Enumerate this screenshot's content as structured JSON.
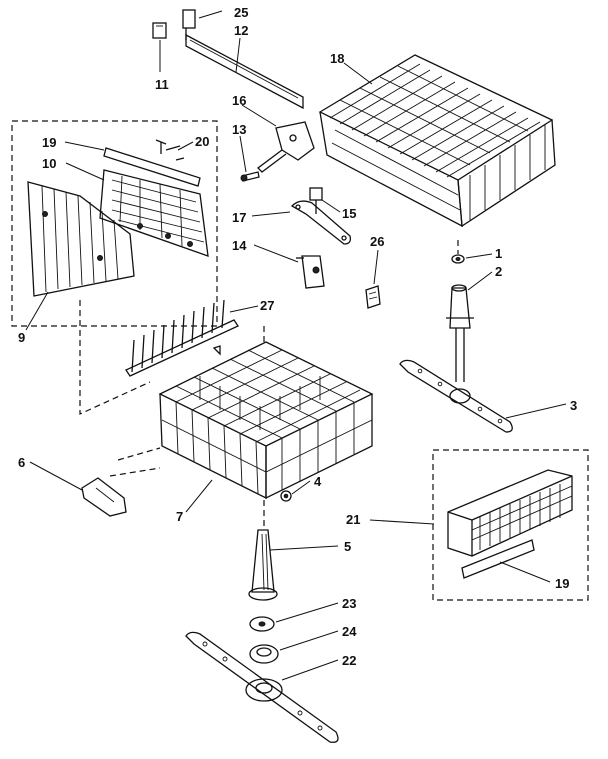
{
  "diagram": {
    "type": "exploded-parts-diagram",
    "callouts": [
      {
        "id": "c1",
        "label": "1"
      },
      {
        "id": "c2",
        "label": "2"
      },
      {
        "id": "c3",
        "label": "3"
      },
      {
        "id": "c4",
        "label": "4"
      },
      {
        "id": "c5",
        "label": "5"
      },
      {
        "id": "c6",
        "label": "6"
      },
      {
        "id": "c7",
        "label": "7"
      },
      {
        "id": "c9",
        "label": "9"
      },
      {
        "id": "c10",
        "label": "10"
      },
      {
        "id": "c11",
        "label": "11"
      },
      {
        "id": "c12",
        "label": "12"
      },
      {
        "id": "c13",
        "label": "13"
      },
      {
        "id": "c14",
        "label": "14"
      },
      {
        "id": "c15",
        "label": "15"
      },
      {
        "id": "c16",
        "label": "16"
      },
      {
        "id": "c17",
        "label": "17"
      },
      {
        "id": "c18",
        "label": "18"
      },
      {
        "id": "c19a",
        "label": "19"
      },
      {
        "id": "c19b",
        "label": "19"
      },
      {
        "id": "c20",
        "label": "20"
      },
      {
        "id": "c21",
        "label": "21"
      },
      {
        "id": "c22",
        "label": "22"
      },
      {
        "id": "c23",
        "label": "23"
      },
      {
        "id": "c24",
        "label": "24"
      },
      {
        "id": "c25",
        "label": "25"
      },
      {
        "id": "c26",
        "label": "26"
      },
      {
        "id": "c27",
        "label": "27"
      }
    ]
  }
}
